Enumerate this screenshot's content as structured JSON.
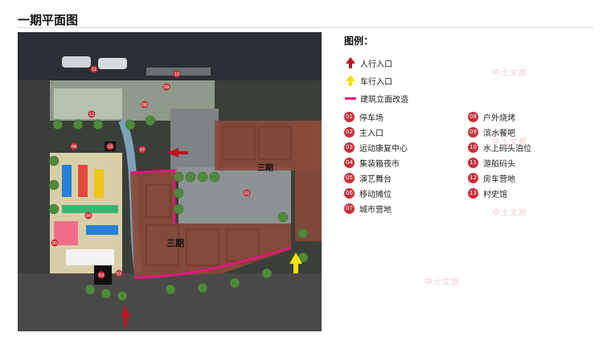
{
  "title": "一期平面图",
  "legend": {
    "title": "图例：",
    "keys": [
      {
        "label": "人行入口",
        "icon": "red-up-arrow-icon",
        "color": "#c0111f"
      },
      {
        "label": "车行入口",
        "icon": "yellow-up-arrow-icon",
        "color": "#f3e400"
      },
      {
        "label": "建筑立面改造",
        "icon": "magenta-line-icon",
        "color": "#e6157f"
      }
    ],
    "items": [
      {
        "num": "01",
        "label": "停车场"
      },
      {
        "num": "02",
        "label": "主入口"
      },
      {
        "num": "03",
        "label": "运动康复中心"
      },
      {
        "num": "04",
        "label": "集装箱夜市"
      },
      {
        "num": "05",
        "label": "演艺舞台"
      },
      {
        "num": "06",
        "label": "移动摊位"
      },
      {
        "num": "07",
        "label": "城市营地"
      },
      {
        "num": "08",
        "label": "户外烧烤"
      },
      {
        "num": "09",
        "label": "滨水餐吧"
      },
      {
        "num": "10",
        "label": "水上码头泊位"
      },
      {
        "num": "11",
        "label": "游船码头"
      },
      {
        "num": "12",
        "label": "房车营地"
      },
      {
        "num": "13",
        "label": "村史馆"
      }
    ]
  },
  "map": {
    "phase_label": "三期",
    "markers": [
      "01",
      "02",
      "03",
      "04",
      "05",
      "06",
      "07",
      "08",
      "09",
      "10",
      "11",
      "12",
      "13"
    ],
    "colors": {
      "phase_fill": "#8a4a3a",
      "accent_pink": "#e6157f",
      "marker_red": "#c7303a"
    }
  },
  "watermark": "中土文旅"
}
